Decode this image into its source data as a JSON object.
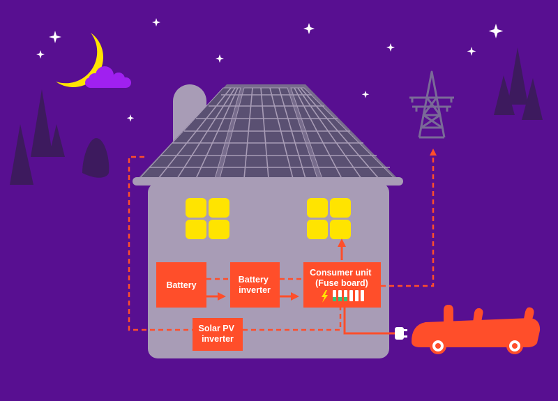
{
  "colors": {
    "background": "#580f91",
    "house": "#a89cb6",
    "roof": "#776c8c",
    "panel": "#5a5072",
    "window": "#ffe400",
    "component": "#ff4e2a",
    "flow": "#ff4e2a",
    "trees": "#3d1a5e",
    "moon": "#ffe400",
    "cloud": "#a020f0",
    "pylon": "#7a6a98",
    "car": "#ff4e2a",
    "battery_level": "#37c27a"
  },
  "components": {
    "battery": {
      "label": [
        "Battery"
      ]
    },
    "battery_inverter": {
      "label": [
        "Battery",
        "inverter"
      ]
    },
    "consumer_unit": {
      "label": [
        "Consumer unit",
        "(Fuse board)"
      ]
    },
    "solar_inverter": {
      "label": [
        "Solar PV",
        "inverter"
      ]
    }
  },
  "icons": {
    "moon": "crescent-moon-icon",
    "cloud": "cloud-icon",
    "stars": "star-icon",
    "pylon": "electricity-pylon-icon",
    "car": "electric-car-icon",
    "plug": "plug-icon",
    "lightning": "lightning-icon"
  },
  "consumer_unit_charge_bars": {
    "filled": 3,
    "total": 6
  }
}
